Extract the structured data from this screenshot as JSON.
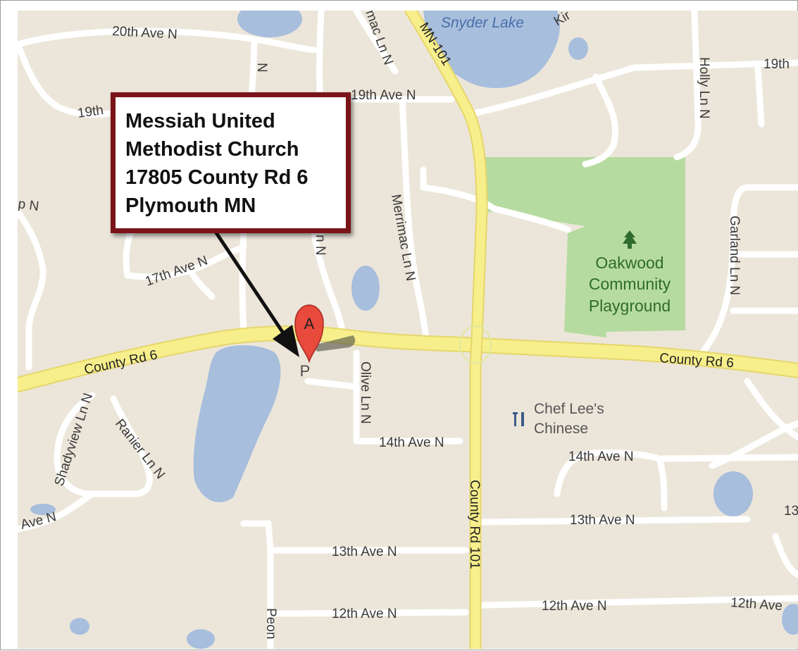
{
  "callout": {
    "lines": [
      "Messiah United",
      "Methodist Church",
      "17805 County Rd 6",
      "Plymouth MN"
    ]
  },
  "marker": {
    "letter": "A",
    "parking_label": "P",
    "color": "#e84a3c"
  },
  "water": {
    "snyder_lake": "Snyder Lake"
  },
  "park": {
    "icon": "tree-icon",
    "lines": [
      "Oakwood",
      "Community",
      "Playground"
    ],
    "color": "#b6dba0"
  },
  "poi": {
    "icon": "restaurant-icon",
    "lines": [
      "Chef Lee's",
      "Chinese"
    ]
  },
  "roads": {
    "twentieth_ave": "20th Ave N",
    "nineteenth_ave_center": "19th Ave N",
    "nineteenth_ave_left": "19th",
    "nineteenth_ave_right": "19th",
    "n_top": "N",
    "seventeenth_ave": "17th Ave N",
    "partial_n_left": "p N",
    "partial_ln_n": "n N",
    "county_rd_6_west": "County Rd 6",
    "county_rd_6_east": "County Rd 6",
    "mn_101": "MN-101",
    "county_rd_101": "County Rd 101",
    "merrimac_ln_top": "mac Ln N",
    "merrimac_ln": "Merrimac Ln N",
    "holly_ln": "Holly Ln N",
    "garland_ln": "Garland Ln N",
    "olive_ln": "Olive Ln N",
    "fourteenth_ave_west": "14th Ave N",
    "fourteenth_ave_east": "14th Ave N",
    "thirteenth_ave_west": "13th Ave N",
    "thirteenth_ave_east": "13th Ave N",
    "thirteen_edge": "13",
    "twelfth_ave_west": "12th Ave N",
    "twelfth_ave_mid": "12th Ave N",
    "twelfth_ave_east": "12th Ave",
    "shadyview_ln": "Shadyview Ln N",
    "ranier_ln": "Ranier Ln N",
    "ave_n_left": "Ave N",
    "peony": "Peon",
    "kirkwood_partial": "Kir"
  },
  "colors": {
    "land": "#ece6da",
    "minor_road": "#ffffff",
    "major_road": "#f7ef8c",
    "major_road_edge": "#e6d66a",
    "water": "#a7bedd",
    "callout_border": "#7a1418"
  }
}
